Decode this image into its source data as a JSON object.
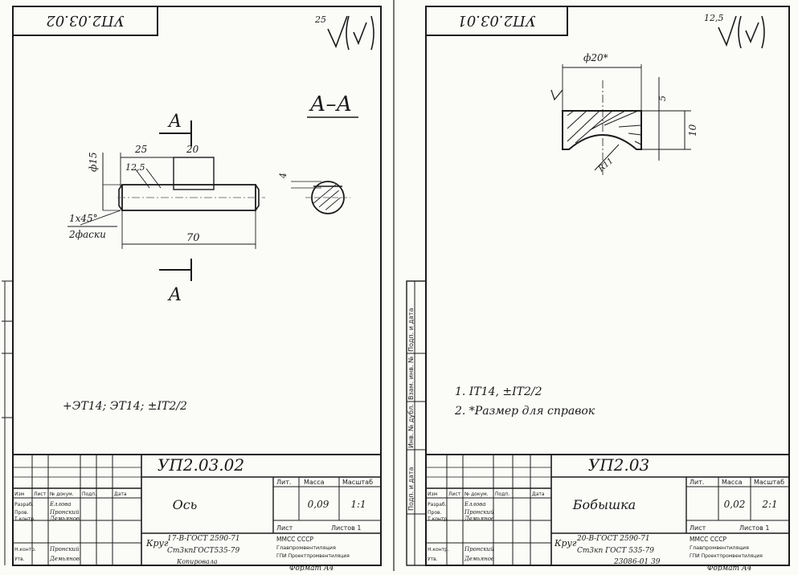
{
  "sheets": [
    {
      "mirrored_code": "УП2.03.02",
      "roughness": {
        "value": "25"
      },
      "section_label": "А–А",
      "cut_label": "А",
      "dims": {
        "dia": "ф15",
        "d25": "25",
        "d20": "20",
        "rough": "12,5",
        "len": "70",
        "chamfer": "1х45°",
        "chamfer_note": "2фаски",
        "key": "4"
      },
      "note": "+ЭТ14; ЭТ14; ±IT2/2",
      "title_block": {
        "code": "УП2.03.02",
        "name": "Ось",
        "mass": "0,09",
        "scale": "1:1",
        "material_line1": "17-В-ГОСТ 2590-71",
        "material_line2": "Ст3кпГОСТ535-79",
        "material_prefix": "Круг",
        "org_line1": "ММСС СССР",
        "org_line2": "Главпромвентиляция",
        "org_line3": "ГПИ Проектпромвентиляция",
        "header_cols": [
          "Лит.",
          "Масса",
          "Масштаб"
        ],
        "sheet_row": [
          "Лист",
          "Листов 1"
        ],
        "rev_headers": [
          "Изм",
          "Лист",
          "№ докум.",
          "Подп.",
          "Дата"
        ],
        "roles": [
          "Разраб.",
          "Пров.",
          "Т.контр.",
          "Н.контр.",
          "Утв."
        ],
        "names": [
          "Еллова",
          "Пронский",
          "Демьянов",
          "Пронский",
          "Демьянов"
        ],
        "copied": "Копировала",
        "format": "Формат А4"
      }
    },
    {
      "mirrored_code": "УП2.03.01",
      "roughness": {
        "value": "12,5"
      },
      "dims": {
        "dia": "ф20*",
        "h5": "5",
        "h10": "10",
        "radius": "R11"
      },
      "notes": [
        "1. IT14, ±IT2/2",
        "2. *Размер для справок"
      ],
      "title_block": {
        "code": "УП2.03",
        "name": "Бобышка",
        "mass": "0,02",
        "scale": "2:1",
        "material_prefix": "Круг",
        "material_line1": "20-В-ГОСТ 2590-71",
        "material_line2": "Ст3кп ГОСТ 535-79",
        "org_line1": "ММСС СССР",
        "org_line2": "Главпромвентиляция",
        "org_line3": "ГПИ Проектпромвентиляция",
        "header_cols": [
          "Лит.",
          "Масса",
          "Масштаб"
        ],
        "sheet_row": [
          "Лист",
          "Листов 1"
        ],
        "rev_headers": [
          "Изм",
          "Лист",
          "№ докум.",
          "Подп.",
          "Дата"
        ],
        "roles": [
          "Разраб.",
          "Пров.",
          "Т.контр.",
          "Н.контр.",
          "Утв."
        ],
        "names": [
          "Еллова",
          "Пронский",
          "Демьянов",
          "Пронский",
          "Демьянов"
        ],
        "doc_number": "23086-01 39",
        "format": "Формат А4"
      },
      "side_labels": [
        "Подп. и дата",
        "Взам. инв. №",
        "Инв. № дубл.",
        "Подп. и дата"
      ]
    }
  ]
}
